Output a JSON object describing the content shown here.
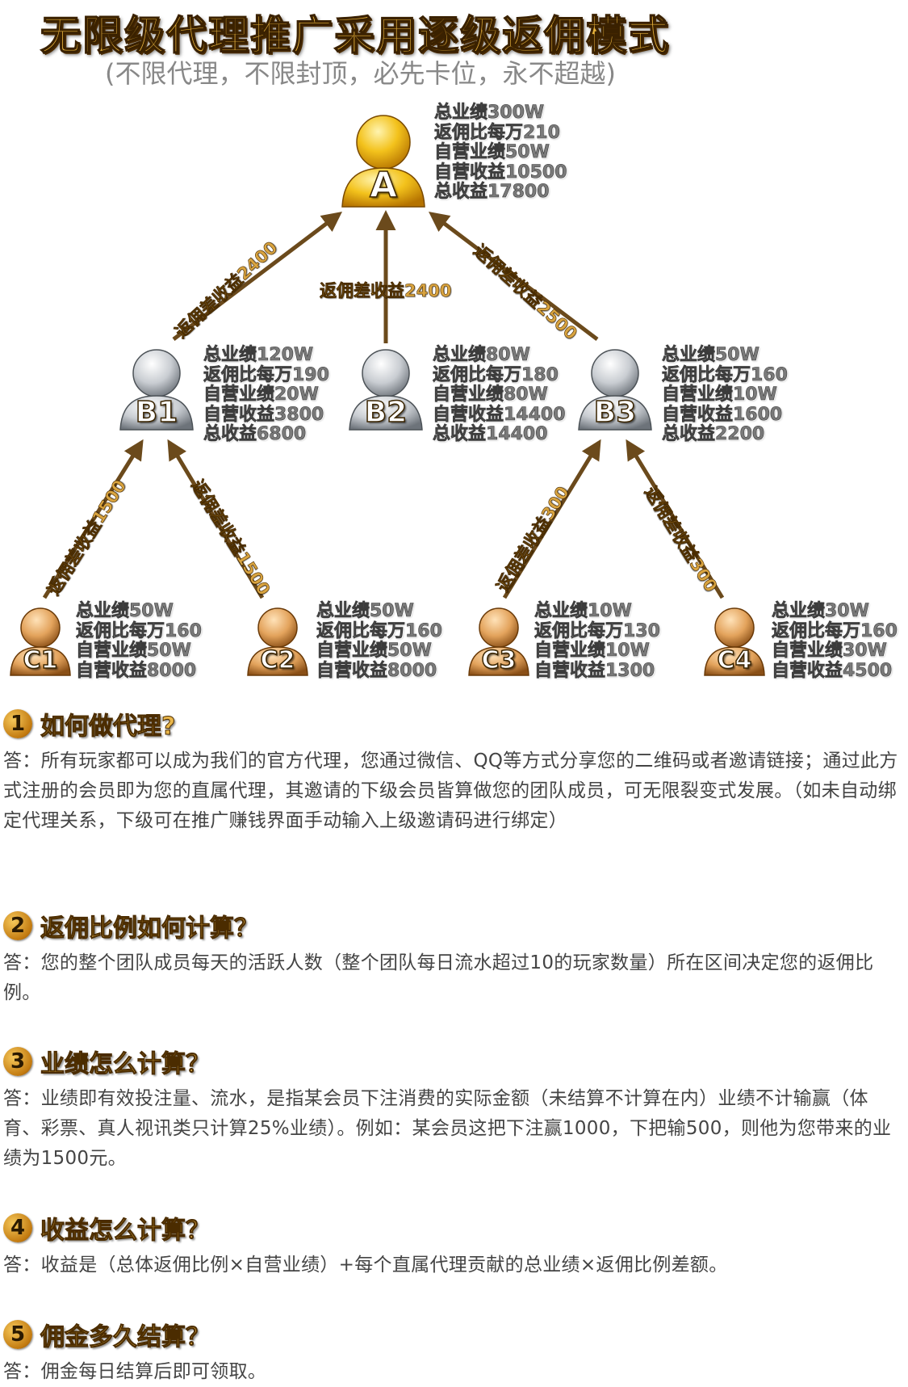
{
  "header": {
    "title": "无限级代理推广采用逐级返佣模式",
    "subtitle": "(不限代理，不限封顶，必先卡位，永不超越)"
  },
  "colors": {
    "gold": "#f3b21c",
    "silver": "#c9cdd2",
    "bronze": "#e3a35c",
    "label_gold": "#d9a440"
  },
  "nodes": [
    {
      "id": "A",
      "label": "A",
      "tier": "gold",
      "stats": [
        "总业绩300W",
        "返佣比每万210",
        "自营业绩50W",
        "自营收益10500",
        "总收益17800"
      ]
    },
    {
      "id": "B1",
      "label": "B1",
      "tier": "silver",
      "stats": [
        "总业绩120W",
        "返佣比每万190",
        "自营业绩20W",
        "自营收益3800",
        "总收益6800"
      ]
    },
    {
      "id": "B2",
      "label": "B2",
      "tier": "silver",
      "stats": [
        "总业绩80W",
        "返佣比每万180",
        "自营业绩80W",
        "自营收益14400",
        "总收益14400"
      ]
    },
    {
      "id": "B3",
      "label": "B3",
      "tier": "silver",
      "stats": [
        "总业绩50W",
        "返佣比每万160",
        "自营业绩10W",
        "自营收益1600",
        "总收益2200"
      ]
    },
    {
      "id": "C1",
      "label": "C1",
      "tier": "bronze",
      "stats": [
        "总业绩50W",
        "返佣比每万160",
        "自营业绩50W",
        "自营收益8000"
      ]
    },
    {
      "id": "C2",
      "label": "C2",
      "tier": "bronze",
      "stats": [
        "总业绩50W",
        "返佣比每万160",
        "自营业绩50W",
        "自营收益8000"
      ]
    },
    {
      "id": "C3",
      "label": "C3",
      "tier": "bronze",
      "stats": [
        "总业绩10W",
        "返佣比每万130",
        "自营业绩10W",
        "自营收益1300"
      ]
    },
    {
      "id": "C4",
      "label": "C4",
      "tier": "bronze",
      "stats": [
        "总业绩30W",
        "返佣比每万160",
        "自营业绩30W",
        "自营收益4500"
      ]
    }
  ],
  "edges": [
    {
      "from": "B1",
      "to": "A",
      "label": "返佣差收益2400"
    },
    {
      "from": "B2",
      "to": "A",
      "label": "返佣差收益2400"
    },
    {
      "from": "B3",
      "to": "A",
      "label": "返佣差收益2500"
    },
    {
      "from": "C1",
      "to": "B1",
      "label": "返佣差收益1500"
    },
    {
      "from": "C2",
      "to": "B1",
      "label": "返佣差收益1500"
    },
    {
      "from": "C3",
      "to": "B3",
      "label": "返佣差收益300"
    },
    {
      "from": "C4",
      "to": "B3",
      "label": "返佣差收益300"
    }
  ],
  "faq": [
    {
      "num": "1",
      "q": "如何做代理?",
      "a": "答：所有玩家都可以成为我们的官方代理，您通过微信、QQ等方式分享您的二维码或者邀请链接；通过此方式注册的会员即为您的直属代理，其邀请的下级会员皆算做您的团队成员，可无限裂变式发展。（如未自动绑定代理关系，下级可在推广赚钱界面手动输入上级邀请码进行绑定）"
    },
    {
      "num": "2",
      "q": "返佣比例如何计算？",
      "a": "答：您的整个团队成员每天的活跃人数（整个团队每日流水超过10的玩家数量）所在区间决定您的返佣比例。"
    },
    {
      "num": "3",
      "q": "业绩怎么计算？",
      "a": "答：业绩即有效投注量、流水，是指某会员下注消费的实际金额（未结算不计算在内）业绩不计输赢（体育、彩票、真人视讯类只计算25%业绩）。例如：某会员这把下注赢1000，下把输500，则他为您带来的业绩为1500元。"
    },
    {
      "num": "4",
      "q": "收益怎么计算？",
      "a": "答：收益是（总体返佣比例×自营业绩）+每个直属代理贡献的总业绩×返佣比例差额。"
    },
    {
      "num": "5",
      "q": "佣金多久结算？",
      "a": "答：佣金每日结算后即可领取。"
    }
  ]
}
